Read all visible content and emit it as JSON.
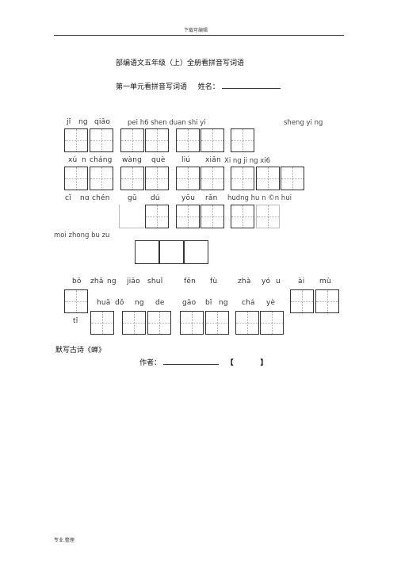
{
  "header": {
    "text": "下载可编辑"
  },
  "doc": {
    "title": "部编语文五年级（上）全册看拼音写词语",
    "section": "第一单元看拼音写词语",
    "name_label": "姓名："
  },
  "rows": {
    "r1": [
      "jǐ",
      "ng",
      "qiǎo",
      "pei h6 shen duan shi yi",
      "sheng yi ng"
    ],
    "r2": [
      "xú",
      "n",
      "cháng",
      "wàng",
      "què",
      "liú",
      "xiǎn",
      "Xi ng ji ng xi6"
    ],
    "r3": [
      "cǐ",
      "nɑ",
      "chén",
      "gū",
      "dú",
      "yōu",
      "rǎn",
      "hudng hu n ©n hui"
    ],
    "r4": [
      "moi zhong bu zu"
    ],
    "r5": [
      "bō",
      "zhǎ",
      "ng",
      "jiāo",
      "shuǐ",
      "fēn",
      "fù",
      "zhà",
      "yó",
      "u",
      "ài",
      "mù"
    ],
    "r6": [
      "huā",
      "dǒ",
      "ng",
      "de",
      "gāo",
      "bǐ",
      "ng",
      "chá",
      "yè"
    ],
    "r6b": [
      "tǐ"
    ]
  },
  "poem": {
    "title": "默写古诗《蝉》",
    "author_label": "作者：",
    "bracket_open": "【",
    "bracket_close": "】"
  },
  "footer": {
    "text": "专业.整理"
  }
}
